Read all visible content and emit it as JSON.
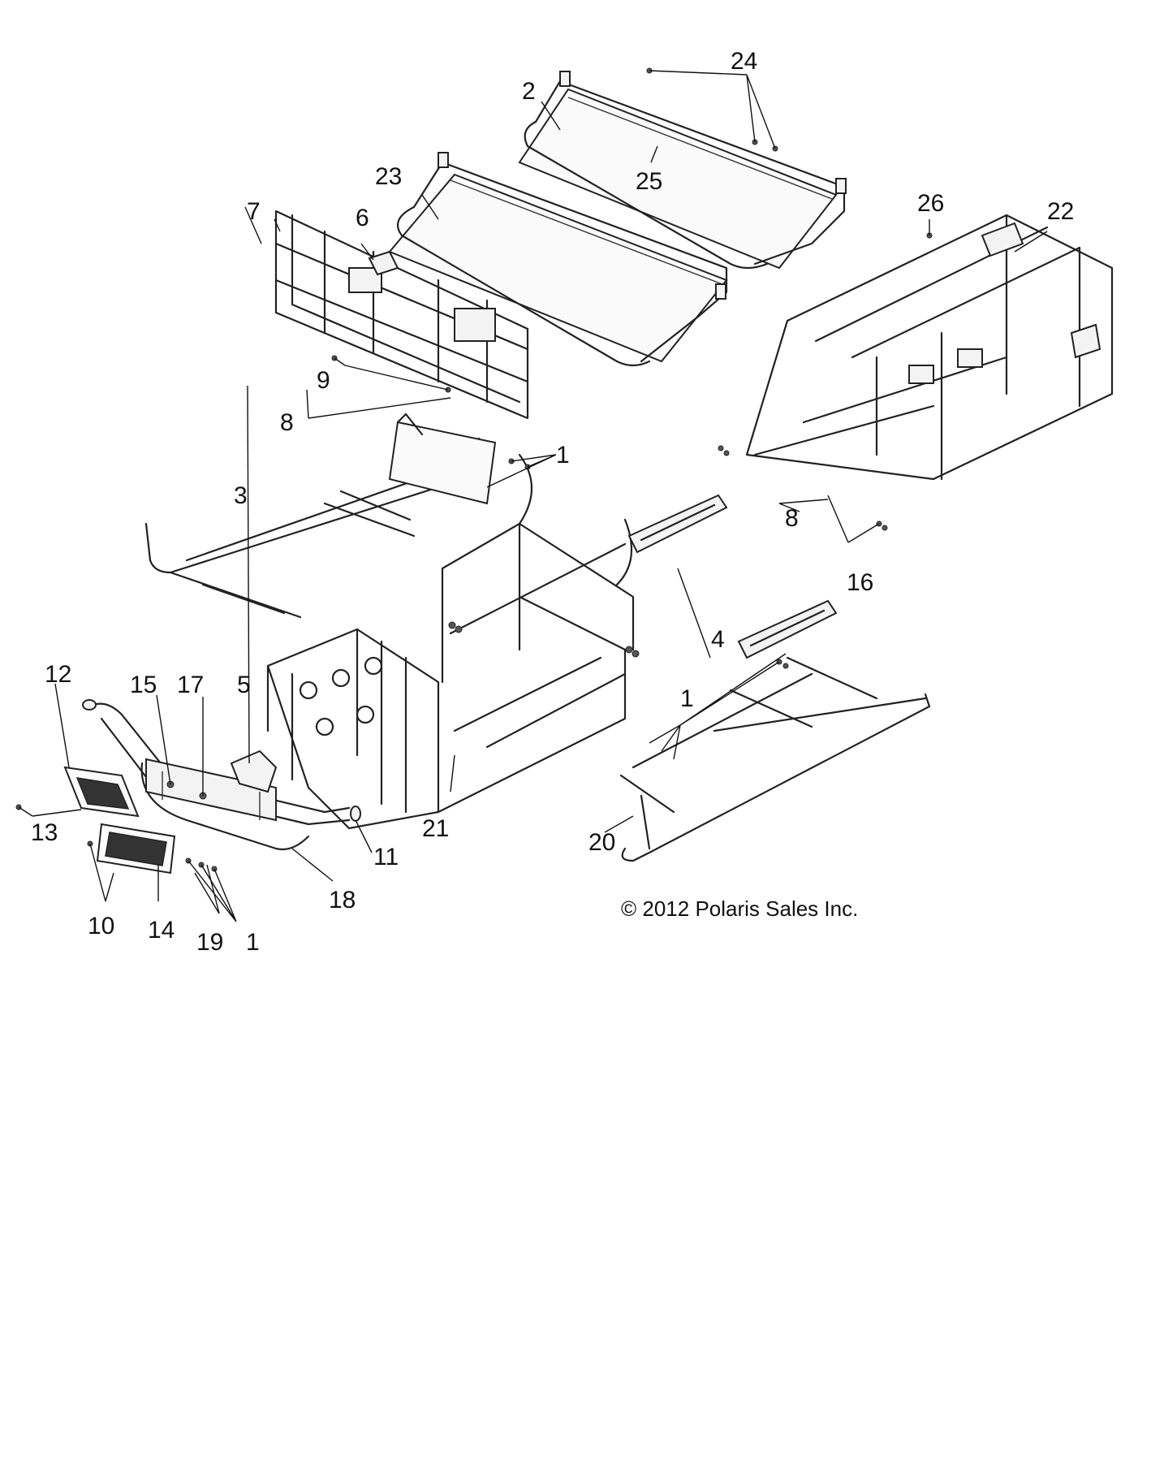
{
  "diagram": {
    "callouts": {
      "c1a": "1",
      "c1b": "1",
      "c1c": "1",
      "c2": "2",
      "c3": "3",
      "c4": "4",
      "c5": "5",
      "c6": "6",
      "c7": "7",
      "c8a": "8",
      "c8b": "8",
      "c9": "9",
      "c10": "10",
      "c11": "11",
      "c12": "12",
      "c13": "13",
      "c14": "14",
      "c15": "15",
      "c16": "16",
      "c17": "17",
      "c18": "18",
      "c19": "19",
      "c20": "20",
      "c21": "21",
      "c22": "22",
      "c23": "23",
      "c24": "24",
      "c25": "25",
      "c26": "26"
    },
    "copyright": "© 2012 Polaris Sales Inc."
  }
}
